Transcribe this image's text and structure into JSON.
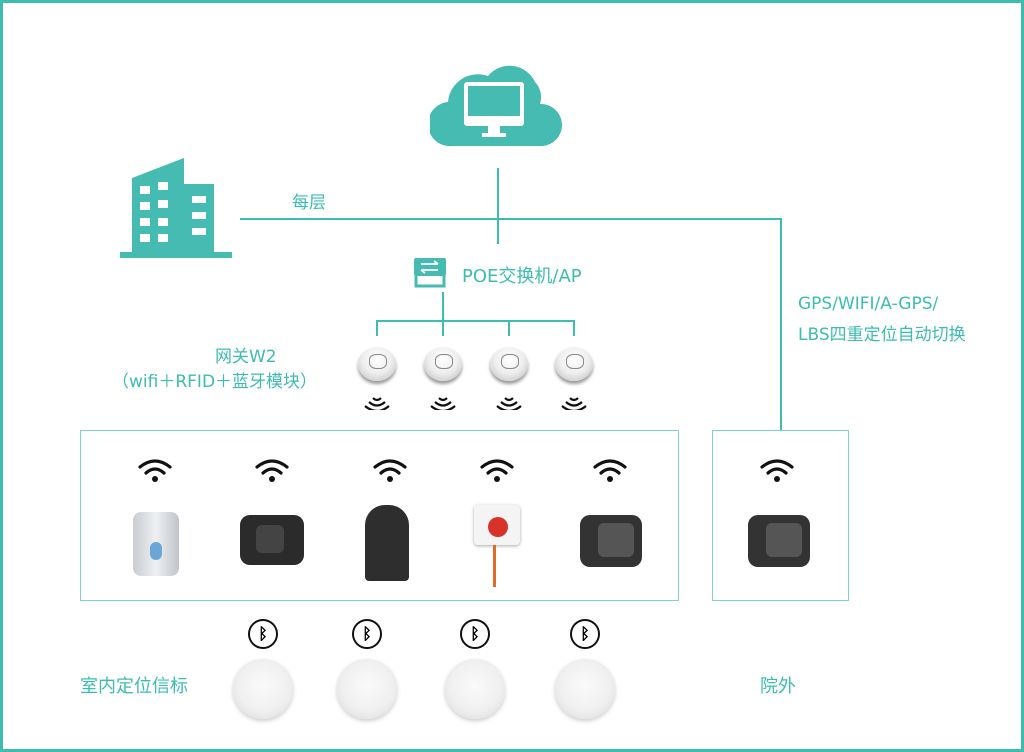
{
  "labels": {
    "per_floor": "每层",
    "poe_switch": "POE交换机/AP",
    "gateway_line1": "网关W2",
    "gateway_line2": "（wifi＋RFID＋蓝牙模块）",
    "gps_line1": "GPS/WIFI/A-GPS/",
    "gps_line2": "LBS四重定位自动切换",
    "indoor_beacon": "室内定位信标",
    "outdoor": "院外"
  },
  "colors": {
    "accent": "#3dbdb0"
  },
  "icons": [
    "cloud-monitor-icon",
    "building-icon",
    "switch-icon",
    "gateway-icon",
    "signal-icon",
    "wifi-icon",
    "bluetooth-icon",
    "beacon-icon"
  ]
}
